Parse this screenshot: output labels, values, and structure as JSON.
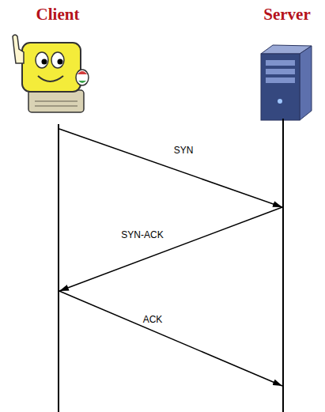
{
  "diagram": {
    "nodes": [
      {
        "text": [
          "Client"
        ]
      },
      {
        "text": [
          "Server"
        ]
      }
    ],
    "edges": [
      {
        "from": 0,
        "to": 1,
        "arrow": "to",
        "label": "SYN"
      },
      {
        "from": 1,
        "to": 0,
        "arrow": "to",
        "label": "SYN-ACK"
      },
      {
        "from": 0,
        "to": 1,
        "arrow": "to",
        "label": "ACK"
      }
    ]
  }
}
